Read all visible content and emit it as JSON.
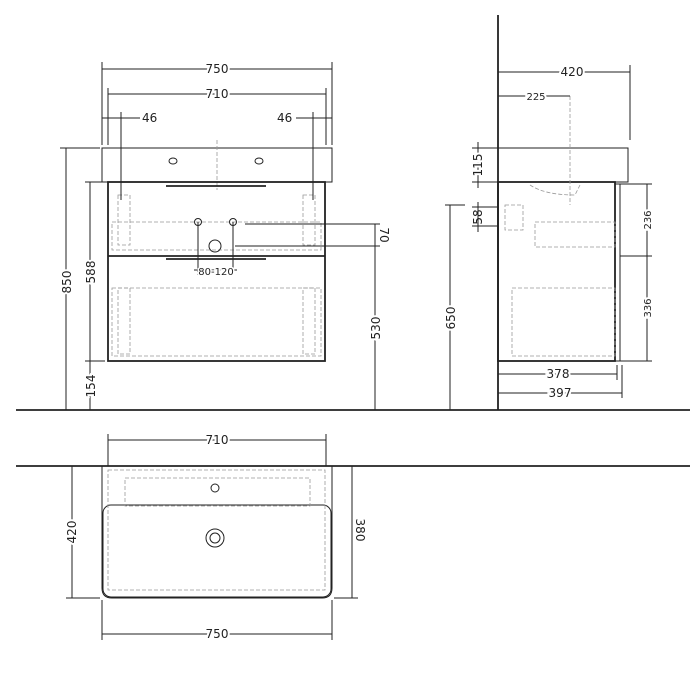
{
  "front_view": {
    "width_total": "750",
    "width_cabinet": "710",
    "offset_left": "46",
    "offset_right": "46",
    "height_total": "850",
    "height_cabinet": "588",
    "height_floor": "154",
    "height_waste": "530",
    "waste_spacing": "70",
    "waste_range": "80-120"
  },
  "side_view": {
    "depth_basin": "420",
    "tap_offset": "225",
    "basin_height": "115",
    "bracket_height": "58",
    "bracket_floor": "650",
    "drawer_top": "236",
    "drawer_bottom": "336",
    "depth_cabinet": "378",
    "depth_total": "397"
  },
  "top_view": {
    "width_cabinet": "710",
    "width_total": "750",
    "depth_total": "420",
    "depth_inner": "380"
  }
}
